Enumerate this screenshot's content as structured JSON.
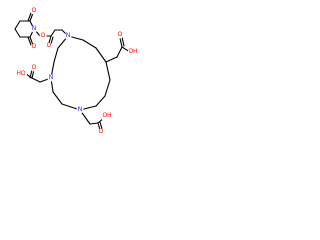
{
  "molecule": {
    "atoms": {
      "succinimide_o1": "O",
      "succinimide_o2": "O",
      "succinimide_n": "N",
      "ester_o_link": "O",
      "ester_o_carbonyl": "O",
      "ring_n_top": "N",
      "ring_n_left": "N",
      "ring_n_bottom": "N",
      "acid_right_o": "O",
      "acid_right_oh": "OH",
      "acid_left_o": "O",
      "acid_left_oh": "HO",
      "acid_bottom_o": "O",
      "acid_bottom_oh": "OH"
    },
    "colors": {
      "oxygen": "#ff0000",
      "nitrogen": "#0000ff",
      "carbon_bond": "#000000"
    }
  }
}
